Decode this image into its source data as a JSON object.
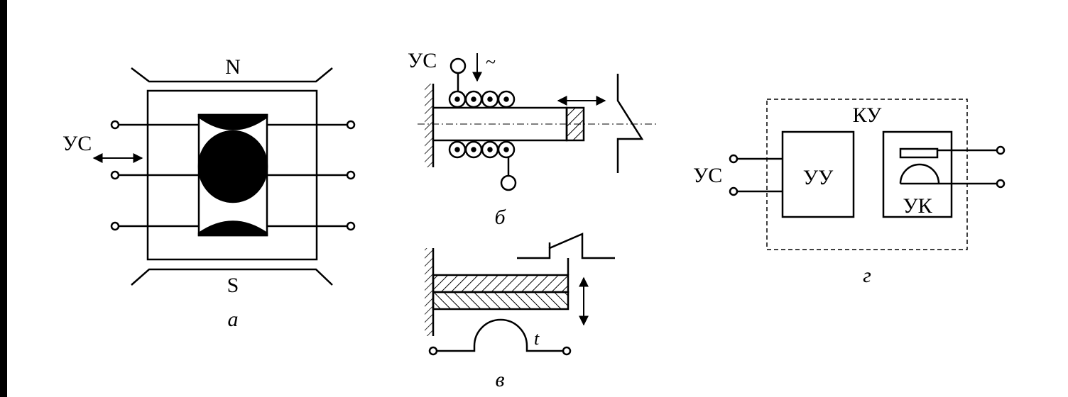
{
  "panel_a": {
    "pole_top": "N",
    "pole_bottom": "S",
    "input_label": "УС",
    "caption": "а"
  },
  "panel_b": {
    "input_label": "УС",
    "ac_symbol": "~",
    "caption": "б"
  },
  "panel_v": {
    "temp_label": "t",
    "caption": "в"
  },
  "panel_g": {
    "outer_label": "КУ",
    "block_left": "УУ",
    "block_right": "УК",
    "input_label": "УС",
    "caption": "г"
  }
}
